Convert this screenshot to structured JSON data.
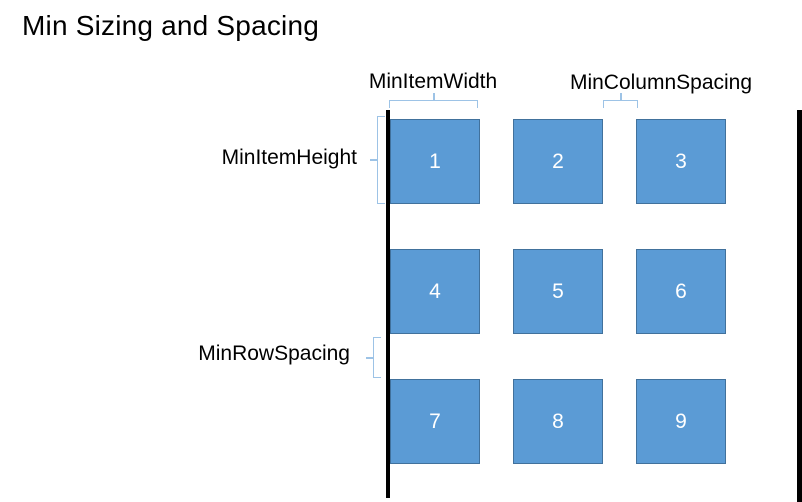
{
  "title": "Min Sizing and Spacing",
  "annotations": {
    "min_item_width": "MinItemWidth",
    "min_column_spacing": "MinColumnSpacing",
    "min_item_height": "MinItemHeight",
    "min_row_spacing": "MinRowSpacing"
  },
  "grid": {
    "items": [
      "1",
      "2",
      "3",
      "4",
      "5",
      "6",
      "7",
      "8",
      "9"
    ]
  },
  "colors": {
    "bg": "#FFFFFF",
    "text": "#000000",
    "item_fill": "#5B9BD5",
    "item_border": "#41719C",
    "item_text": "#FFFFFF",
    "brace": "#9DC3E6",
    "guide_line": "#000000"
  }
}
